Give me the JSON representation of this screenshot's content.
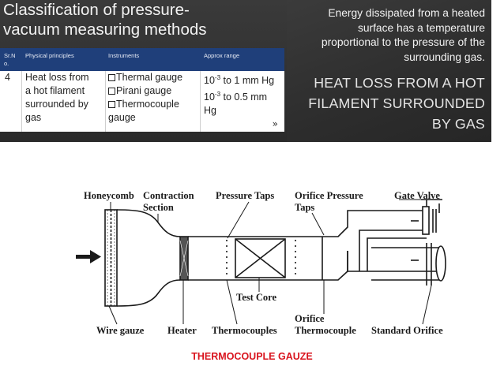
{
  "left_slide": {
    "title_line1": "Classification of pressure-",
    "title_line2": "vacuum measuring methods",
    "table": {
      "headers": {
        "srno_line1": "Sr.N",
        "srno_line2": "o.",
        "principles": "Physical principles",
        "instruments": "Instruments",
        "range": "Approx range"
      },
      "row": {
        "srno": "4",
        "principle_lines": [
          "Heat loss from",
          "a hot filament",
          "surrounded by",
          "gas"
        ],
        "instruments": [
          "Thermal gauge",
          "Pirani gauge",
          "Thermocouple"
        ],
        "instrument_wrap": "gauge",
        "range_line1_base": "10",
        "range_line1_exp": "-3",
        "range_line1_rest": " to 1 mm Hg",
        "range_line2_base": "10",
        "range_line2_exp": "-3",
        "range_line2_rest": " to 0.5 mm",
        "range_line3": "Hg"
      },
      "next_icon": "double-chevron-right"
    }
  },
  "right_slide": {
    "energy_lines": [
      "Energy dissipated from a heated",
      "surface has a temperature",
      "proportional to the pressure of the",
      "surrounding gas."
    ],
    "heading_lines": [
      "HEAT LOSS FROM A HOT",
      "FILAMENT SURROUNDED",
      "BY GAS"
    ]
  },
  "diagram": {
    "labels": {
      "honeycomb": "Honeycomb",
      "contraction_1": "Contraction",
      "contraction_2": "Section",
      "pressure_taps": "Pressure Taps",
      "orifice_pressure_1": "Orifice Pressure",
      "orifice_pressure_2": "Taps",
      "gate_valve": "Gate Valve",
      "test_core": "Test Core",
      "wire_gauze": "Wire gauze",
      "heater": "Heater",
      "thermocouples": "Thermocouples",
      "orifice_tc_1": "Orifice",
      "orifice_tc_2": "Thermocouple",
      "standard_orifice": "Standard Orifice"
    }
  },
  "caption": "THERMOCOUPLE GAUZE"
}
